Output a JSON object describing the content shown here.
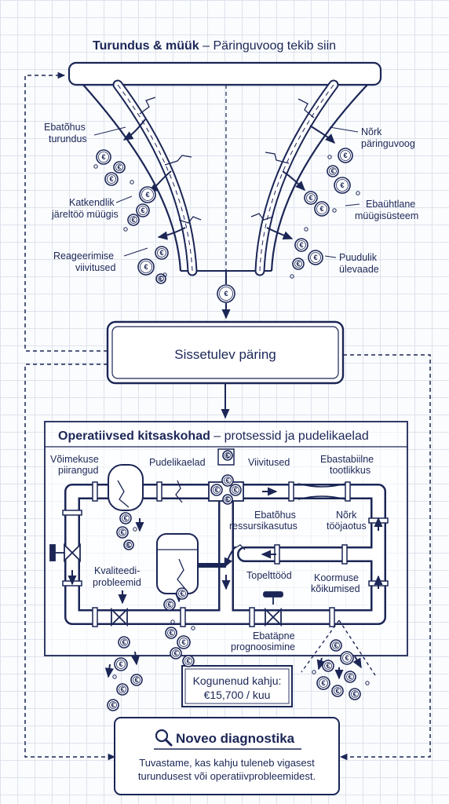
{
  "funnel": {
    "title_bold": "Turundus & müük",
    "title_rest": " – Päringuvoog tekib siin",
    "left_labels": [
      [
        "Ebatõhus",
        "turundus"
      ],
      [
        "Katkendlik",
        "järeltöö müügis"
      ],
      [
        "Reageerimise",
        "viivitused"
      ]
    ],
    "right_labels": [
      [
        "Nõrk",
        "päringuvoog"
      ],
      [
        "Ebaühtlane",
        "müügisüsteem"
      ],
      [
        "Puudulik",
        "ülevaade"
      ]
    ],
    "coin_symbol": "€"
  },
  "inquiry": {
    "label": "Sissetulev päring"
  },
  "operations": {
    "title_bold": "Operatiivsed kitsaskohad",
    "title_rest": " – protsessid ja pudelikaelad",
    "labels": {
      "capacity": [
        "Võimekuse",
        "piirangud"
      ],
      "bottlenecks": "Pudelikaelad",
      "delays": "Viivitused",
      "unstable": [
        "Ebastabiilne",
        "tootlikkus"
      ],
      "resources": [
        "Ebatõhus",
        "ressursikasutus"
      ],
      "weak_division": [
        "Nõrk",
        "tööjaotus"
      ],
      "quality": [
        "Kvaliteedi-",
        "probleemid"
      ],
      "rework": "Topelttööd",
      "load": [
        "Koormuse",
        "kõikumised"
      ],
      "forecast": [
        "Ebatäpne",
        "prognoosimine"
      ]
    }
  },
  "damage": {
    "lines": [
      "Kogunenud kahju:",
      "€15,700 / kuu"
    ]
  },
  "diagnostics": {
    "title": "Noveo diagnostika",
    "icon": "magnifier-icon",
    "lines": [
      "Tuvastame, kas kahju tuleneb vigasest",
      "turundusest või operatiivprobleemidest."
    ]
  },
  "colors": {
    "ink": "#1b2656",
    "grid": "#dde3ec",
    "paper": "#fbfcfe"
  }
}
